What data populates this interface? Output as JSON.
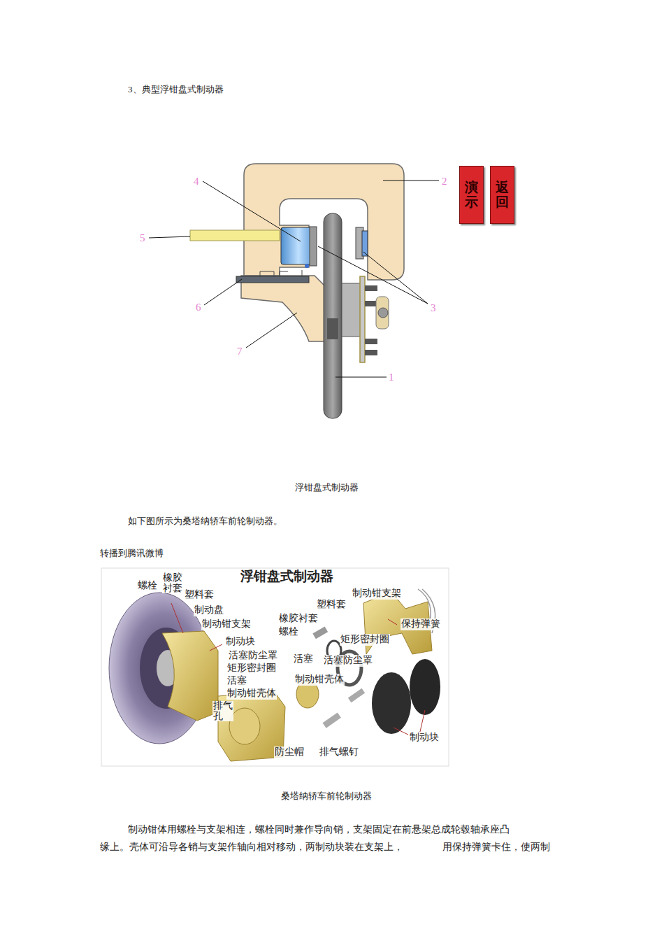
{
  "diagram": {
    "title": "3、典型浮钳盘式制动器",
    "caption": "浮钳盘式制动器",
    "nodes": [
      {
        "text": [
          "演示"
        ]
      },
      {
        "text": [
          "返回"
        ]
      }
    ],
    "labels": [
      "如下图所示为桑塔纳轿车前轮制动器。",
      "转播到腾讯微博",
      "桑塔纳轿车前轮制动器",
      "制动钳体用螺栓与支架相连，螺栓同时兼作导向销，支架固定在前悬架总成轮毂轴承座凸",
      "缘上。壳体可沿导各销与支架作轴向相对移动，两制动块装在支架上，",
      "用保持弹簧卡住，使两制",
      "1",
      "2",
      "3",
      "4",
      "5",
      "6",
      "7",
      "浮钳盘式制动器",
      "螺栓",
      "橡胶衬套",
      "塑料套",
      "制动盘",
      "制动钳支架",
      "制动块",
      "活塞防尘罩",
      "矩形密封圈",
      "活塞",
      "制动钳壳体",
      "排气孔",
      "塑料套",
      "制动钳支架",
      "保持弹簧",
      "橡胶衬套",
      "螺栓",
      "矩形密封圈",
      "活塞",
      "活塞防尘罩",
      "制动钳壳体",
      "制动块",
      "防尘帽",
      "排气螺钉"
    ]
  }
}
